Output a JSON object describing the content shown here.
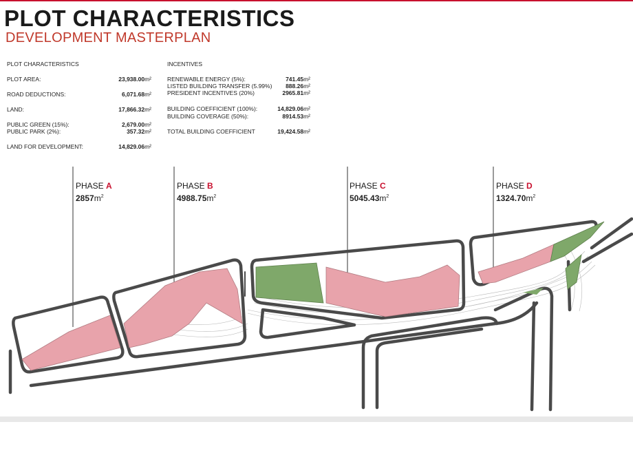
{
  "header": {
    "title": "PLOT CHARACTERISTICS",
    "subtitle": "DEVELOPMENT MASTERPLAN"
  },
  "plot_table": {
    "heading": "PLOT CHARACTERISTICS",
    "rows": [
      {
        "label": "PLOT AREA:",
        "value": "23,938.00",
        "unit": "m²"
      },
      {
        "label": "ROAD DEDUCTIONS:",
        "value": "6,071.68",
        "unit": "m²"
      },
      {
        "label": "LAND:",
        "value": "17,866.32",
        "unit": "m²"
      },
      {
        "label": "PUBLIC GREEN (15%):",
        "value": "2,679.00",
        "unit": "m²"
      },
      {
        "label": "PUBLIC PARK (2%):",
        "value": "357.32",
        "unit": "m²"
      },
      {
        "label": "LAND FOR DEVELOPMENT:",
        "value": "14,829.06",
        "unit": "m²"
      }
    ]
  },
  "incentives_table": {
    "heading": "INCENTIVES",
    "rows": [
      {
        "label": "RENEWABLE ENERGY (5%):",
        "value": "741.45",
        "unit": "m²"
      },
      {
        "label": "LISTED BUILDING TRANSFER (5.99%)",
        "value": "888.26",
        "unit": "m²"
      },
      {
        "label": "PRESIDENT INCENTIVES (20%)",
        "value": "2965.81",
        "unit": "m²"
      },
      {
        "label": "BUILDING COEFFICIENT (100%):",
        "value": "14,829.06",
        "unit": "m²"
      },
      {
        "label": "BUILDING COVERAGE (50%):",
        "value": "8914.53",
        "unit": "m²"
      },
      {
        "label": "TOTAL BUILDING COEFFICIENT",
        "value": "19,424.58",
        "unit": "m²"
      }
    ]
  },
  "phases": [
    {
      "name": "PHASE",
      "letter": "A",
      "area": "2857",
      "unit": "m",
      "exp": "2"
    },
    {
      "name": "PHASE",
      "letter": "B",
      "area": "4988.75",
      "unit": "m",
      "exp": "2"
    },
    {
      "name": "PHASE",
      "letter": "C",
      "area": "5045.43",
      "unit": "m",
      "exp": "2"
    },
    {
      "name": "PHASE",
      "letter": "D",
      "area": "1324.70",
      "unit": "m",
      "exp": "2"
    }
  ],
  "colors": {
    "accent": "#c8102e",
    "phase_fill": "#e8a3ab",
    "green_fill": "#7fa86a",
    "road": "#4a4a4a"
  }
}
